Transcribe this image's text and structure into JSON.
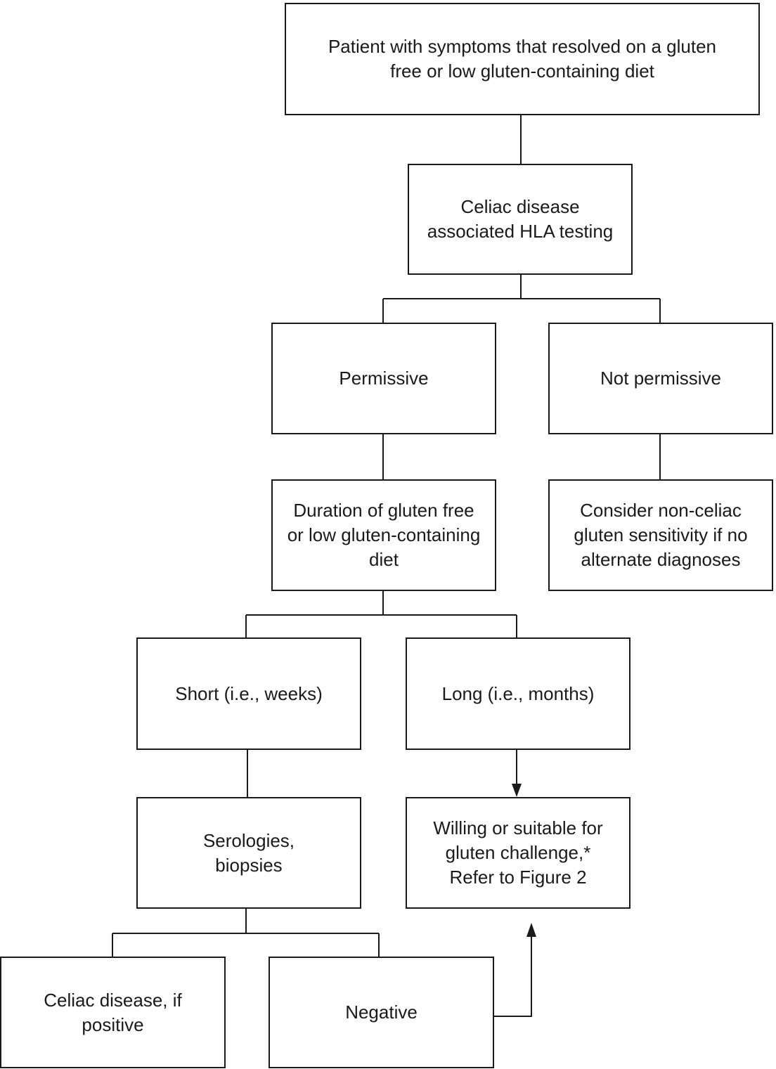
{
  "nodes": {
    "start": {
      "line1": "Patient with symptoms that resolved on a gluten",
      "line2": "free or low gluten-containing diet"
    },
    "hla_testing": {
      "line1": "Celiac disease",
      "line2": "associated HLA testing"
    },
    "permissive": {
      "line1": "Permissive"
    },
    "not_permissive": {
      "line1": "Not permissive"
    },
    "duration": {
      "line1": "Duration of gluten free",
      "line2": "or low gluten-containing",
      "line3": "diet"
    },
    "ncgs": {
      "line1": "Consider non-celiac",
      "line2": "gluten sensitivity if no",
      "line3": "alternate diagnoses"
    },
    "short": {
      "line1": "Short (i.e., weeks)"
    },
    "long": {
      "line1": "Long (i.e., months)"
    },
    "serologies": {
      "line1": "Serologies,",
      "line2": "biopsies"
    },
    "gluten_challenge": {
      "line1": "Willing or suitable for",
      "line2": "gluten challenge,*",
      "line3": "Refer to Figure 2"
    },
    "celiac_positive": {
      "line1": "Celiac disease, if",
      "line2": "positive"
    },
    "negative": {
      "line1": "Negative"
    }
  }
}
